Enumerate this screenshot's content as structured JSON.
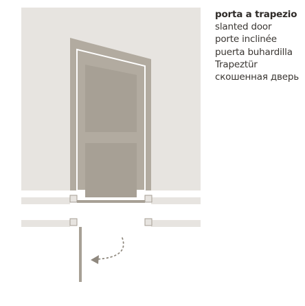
{
  "labels": {
    "italian": "porta a trapezio",
    "english": "slanted door",
    "french": "porte inclinée",
    "spanish": "puerta buhardilla",
    "german": "Trapeztür",
    "russian": "скошенная дверь"
  },
  "colors": {
    "wall": "#e7e4e0",
    "door": "#b2aba0",
    "panel": "#a7a095",
    "inset": "#ffffff",
    "arrow": "#8f887e"
  }
}
